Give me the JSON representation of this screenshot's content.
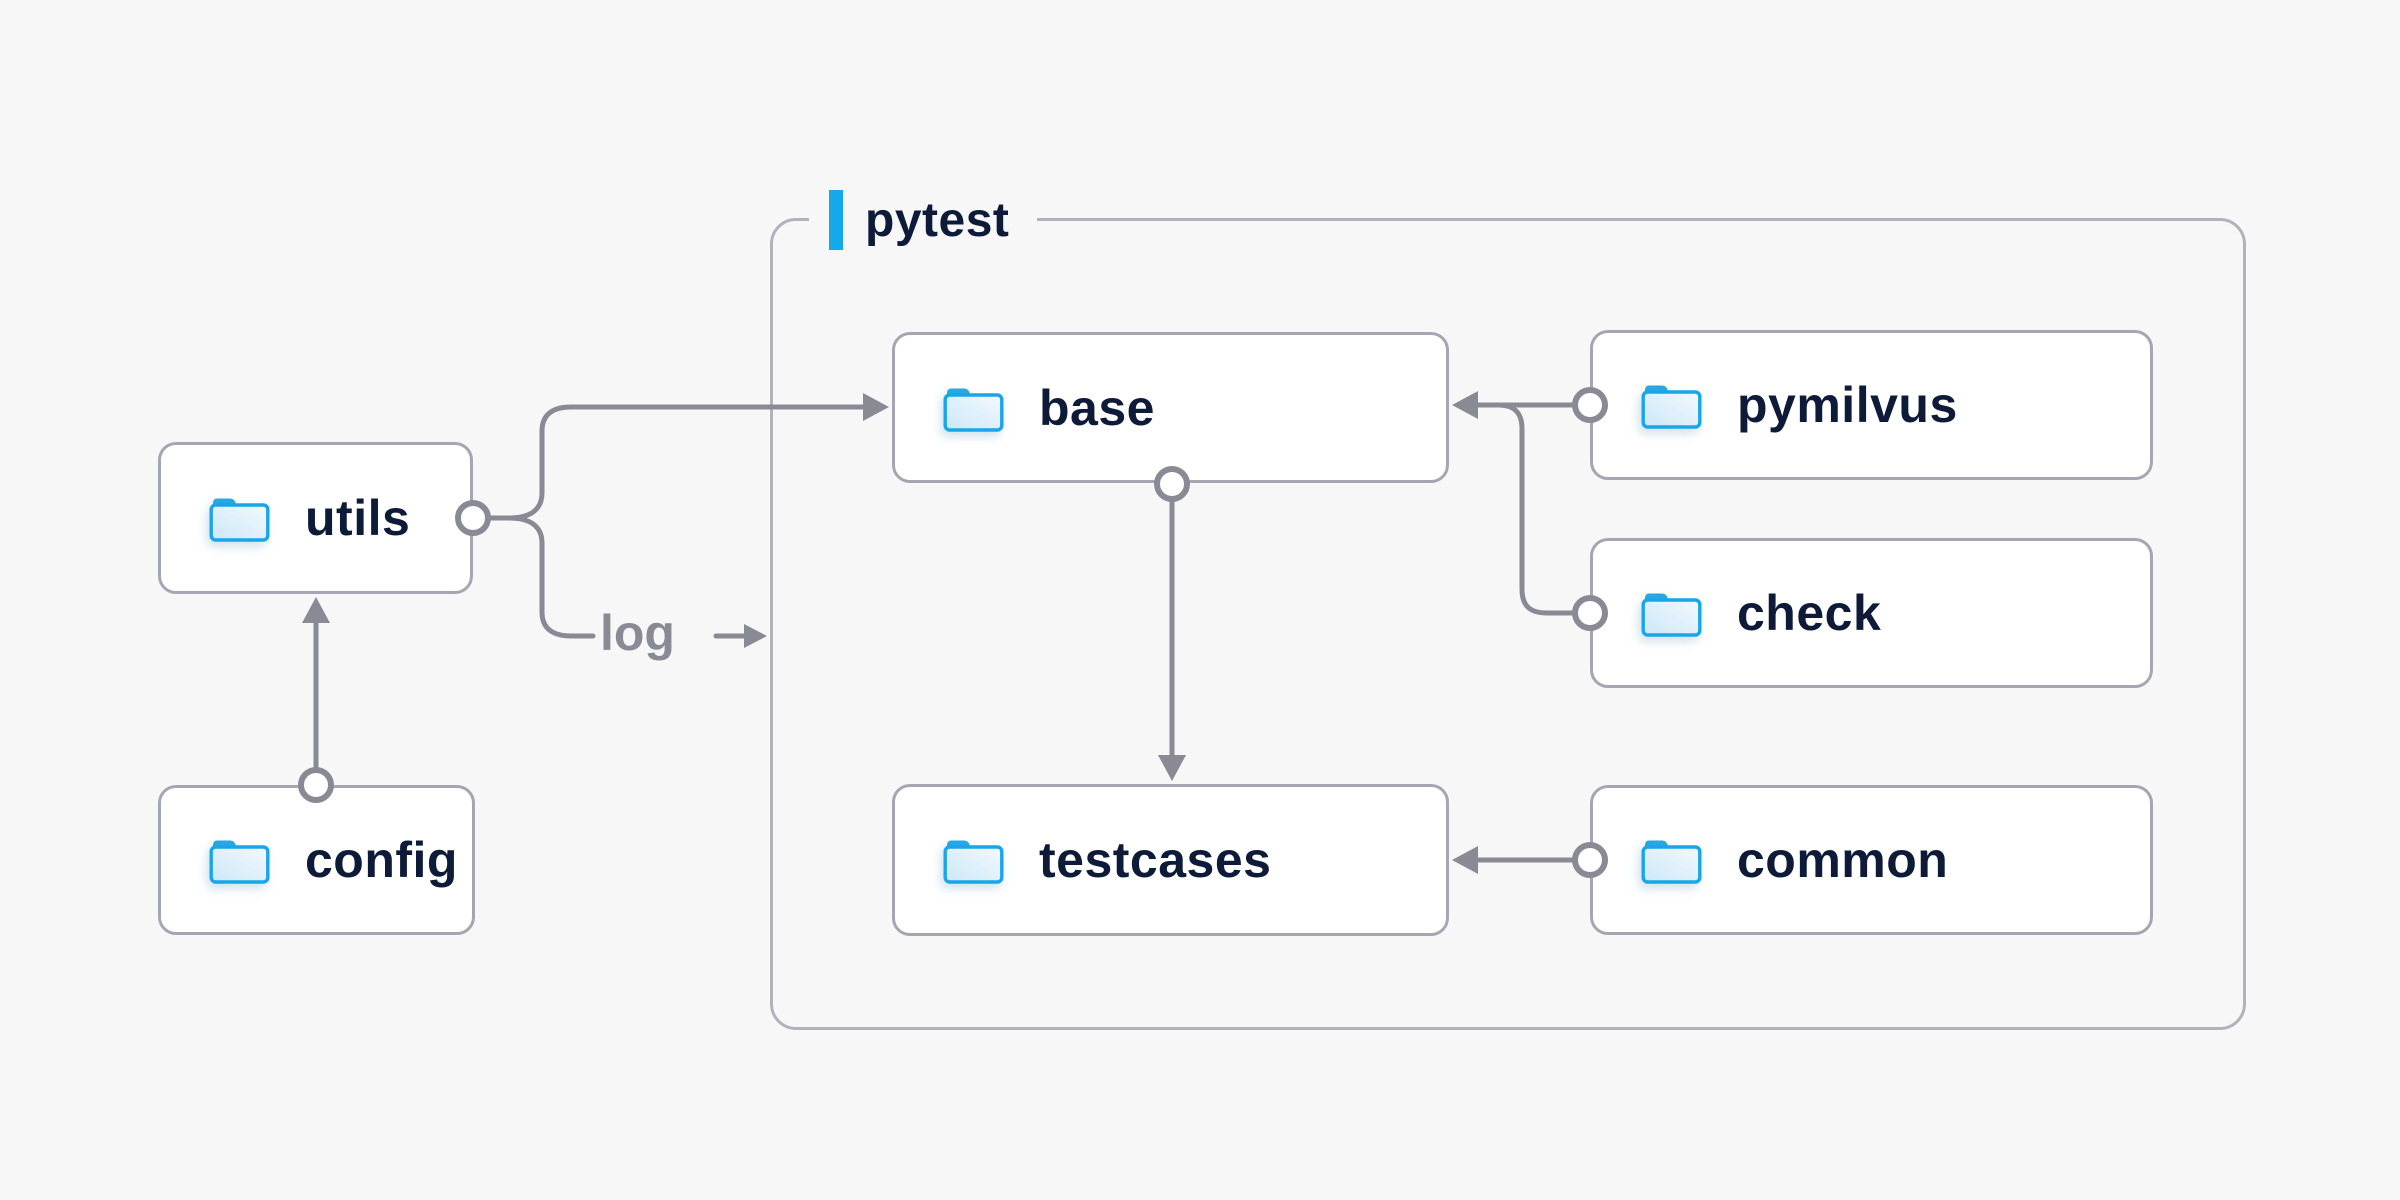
{
  "container": {
    "label": "pytest",
    "accent_color": "#16a9e9"
  },
  "nodes": {
    "utils": {
      "label": "utils"
    },
    "config": {
      "label": "config"
    },
    "base": {
      "label": "base"
    },
    "pymilvus": {
      "label": "pymilvus"
    },
    "check": {
      "label": "check"
    },
    "testcases": {
      "label": "testcases"
    },
    "common": {
      "label": "common"
    }
  },
  "edge_label": {
    "text": "log"
  },
  "edges": [
    {
      "from": "config",
      "to": "utils"
    },
    {
      "from": "utils",
      "to": "base"
    },
    {
      "from": "utils",
      "to": "log",
      "label": "log"
    },
    {
      "from": "pymilvus",
      "to": "base"
    },
    {
      "from": "check",
      "to": "base"
    },
    {
      "from": "base",
      "to": "testcases"
    },
    {
      "from": "common",
      "to": "testcases"
    }
  ],
  "colors": {
    "background": "#f7f7f8",
    "node_fill": "#ffffff",
    "node_border": "#a6a6b2",
    "container_border": "#b2b2bd",
    "connector_line": "#8a8a95",
    "text": "#0d1b38",
    "edge_label_text": "#8a8a95",
    "accent_bar": "#16a9e9",
    "folder_stroke": "#18a5e9",
    "folder_tab": "#2aa6e1"
  }
}
